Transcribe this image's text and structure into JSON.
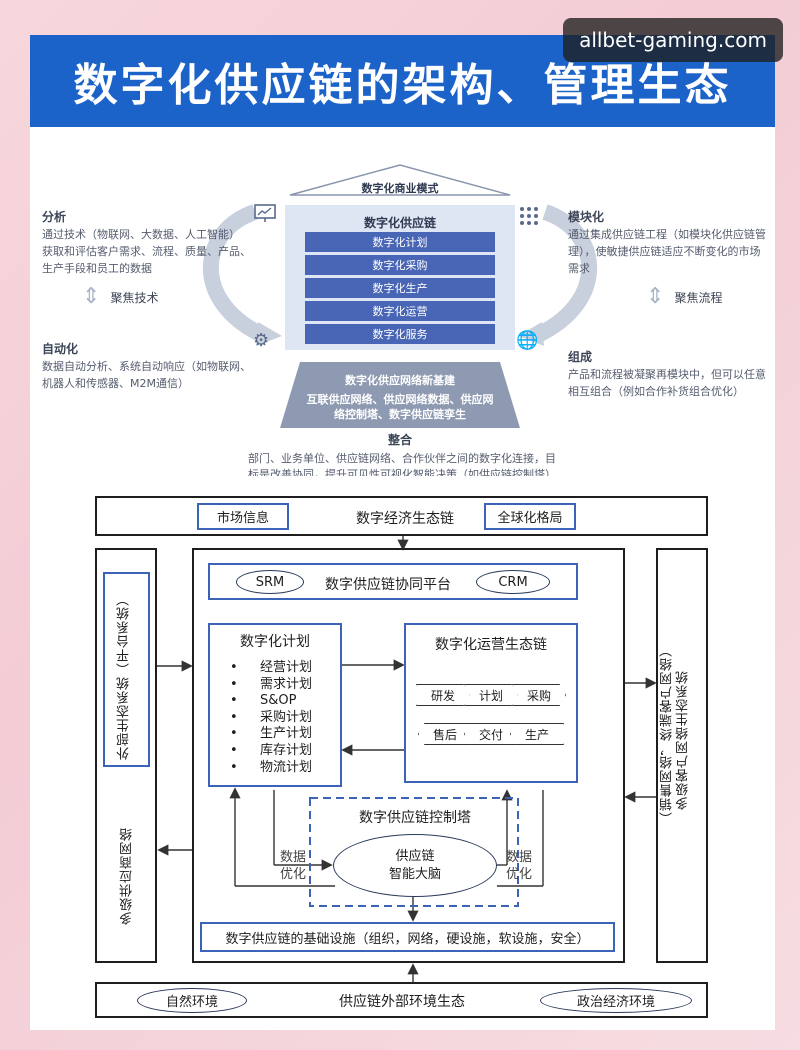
{
  "banner": {
    "title": "数字化供应链的架构、管理生态"
  },
  "watermark": {
    "text": "allbet-gaming.com"
  },
  "upper": {
    "roof": "数字化商业模式",
    "core_title": "数字化供应链",
    "stack": [
      "数字化计划",
      "数字化采购",
      "数字化生产",
      "数字化运营",
      "数字化服务"
    ],
    "base_title": "数字化供应网络新基建",
    "base_desc": [
      "互联供应网络、供应网络数据、供应网",
      "络控制塔、数字供应链孪生"
    ],
    "analysis": {
      "head": "分析",
      "lines": [
        "通过技术（物联网、大数据、人工智能）",
        "获取和评估客户需求、流程、质量、产品、",
        "生产手段和员工的数据"
      ]
    },
    "focus_tech": "聚焦技术",
    "automation": {
      "head": "自动化",
      "lines": [
        "数据自动分析、系统自动响应（如物联网、",
        "机器人和传感器、M2M通信）"
      ]
    },
    "modular": {
      "head": "模块化",
      "lines": [
        "通过集成供应链工程（如模块化供应链管",
        "理），使敏捷供应链适应不断变化的市场",
        "需求"
      ]
    },
    "focus_flow": "聚焦流程",
    "compose": {
      "head": "组成",
      "lines": [
        "产品和流程被凝聚再模块中，但可以任意",
        "相互组合（例如合作补货组合优化）"
      ]
    },
    "integrate": {
      "head": "整合",
      "lines": [
        "部门、业务单位、供应链网络、合作伙伴之间的数字化连接，目",
        "标是改善协同，提升可见性可视化智能决策（如供应链控制塔）"
      ]
    },
    "icons": {
      "analysis": "monitor-chart-icon",
      "modular": "grid-dots-icon",
      "automation": "gears-icon",
      "compose": "globe-icon"
    }
  },
  "diagram": {
    "top": {
      "title": "数字经济生态链",
      "left_tag": "市场信息",
      "right_tag": "全球化格局"
    },
    "left": {
      "tag": "外部生态系统（平台系统）",
      "bottom": "多级供应商网络"
    },
    "right": {
      "text": [
        "多级客户网络生态系统",
        "（销售网络，终端客户网络）"
      ]
    },
    "platform": {
      "title": "数字供应链协同平台",
      "left": "SRM",
      "right": "CRM"
    },
    "plan": {
      "title": "数字化计划",
      "items": [
        "经营计划",
        "需求计划",
        "S&OP",
        "采购计划",
        "生产计划",
        "库存计划",
        "物流计划"
      ]
    },
    "ops": {
      "title": "数字化运营生态链",
      "row1": [
        "研发",
        "计划",
        "采购"
      ],
      "row2": [
        "售后",
        "交付",
        "生产"
      ]
    },
    "tower": {
      "title": "数字供应链控制塔",
      "brain": [
        "供应链",
        "智能大脑"
      ],
      "left_note": [
        "数据",
        "优化"
      ],
      "right_note": [
        "数据",
        "优化"
      ]
    },
    "infra": "数字供应链的基础设施（组织，网络，硬设施，软设施，安全）",
    "bottom": {
      "title": "供应链外部环境生态",
      "left": "自然环境",
      "right": "政治经济环境"
    }
  },
  "colors": {
    "banner": "#1c63c9",
    "bar": "#4866b5",
    "accent_border": "#3b63b8"
  }
}
